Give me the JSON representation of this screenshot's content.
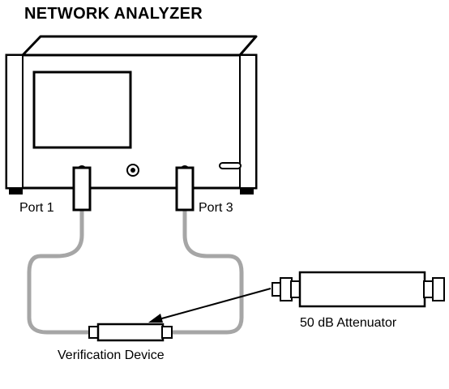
{
  "diagram": {
    "title": "NETWORK ANALYZER",
    "labels": {
      "port1": "Port 1",
      "port3": "Port 3",
      "attenuator": "50 dB Attenuator",
      "verification_device": "Verification Device"
    },
    "colors": {
      "outline": "#000000",
      "cable": "#a6a6a6",
      "background": "#ffffff"
    }
  }
}
